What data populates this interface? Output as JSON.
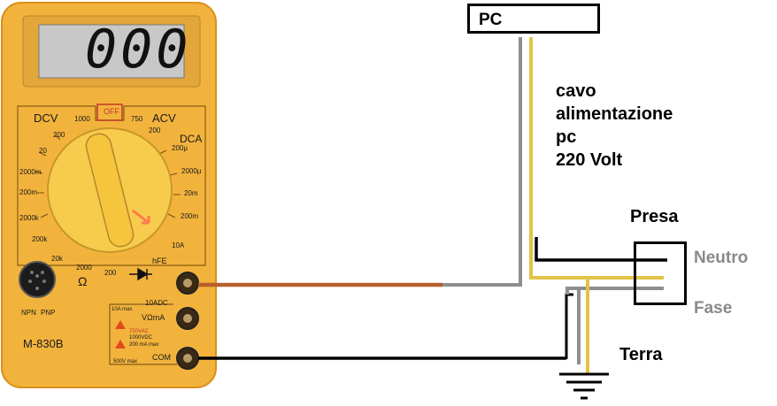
{
  "diagram": {
    "pc_label": "PC",
    "cable_label_lines": [
      "cavo",
      "alimentazione",
      "pc",
      "220 Volt"
    ],
    "socket_label": "Presa",
    "neutral_label": "Neutro",
    "phase_label": "Fase",
    "earth_label": "Terra"
  },
  "multimeter": {
    "display_value": "000",
    "model": "M-830B",
    "off_label": "OFF",
    "dcv_label": "DCV",
    "acv_label": "ACV",
    "dca_label": "DCA",
    "dcv_ranges": [
      "1000",
      "200",
      "20",
      "2000m",
      "200m"
    ],
    "acv_ranges": [
      "750",
      "200"
    ],
    "dca_ranges": [
      "200µ",
      "2000µ",
      "20m",
      "200m"
    ],
    "ohm_ranges": [
      "2000k",
      "200k",
      "20k",
      "2000",
      "200"
    ],
    "ohm_symbol": "Ω",
    "amp_10_label": "10A",
    "hfe_label": "hFE",
    "npn_label": "NPN",
    "pnp_label": "PNP",
    "jack_10a_label": "10ADC",
    "jack_vma_label": "VΩmA",
    "jack_com_label": "COM",
    "warning_lines": [
      "750VAC",
      "1000VDC",
      "200 mA max"
    ],
    "max_10a_note": "10A max",
    "max_500v_note": "500V max"
  },
  "colors": {
    "body": "#f2b33d",
    "body_edge": "#d98f1c",
    "lcd": "#c8c8c8",
    "knob": "#f7cc4d",
    "wire_brown": "#b5602a",
    "wire_grey": "#8e8e8e",
    "wire_yellow": "#e3c345",
    "wire_black": "#000000",
    "label_grey": "#8a8a8a"
  }
}
